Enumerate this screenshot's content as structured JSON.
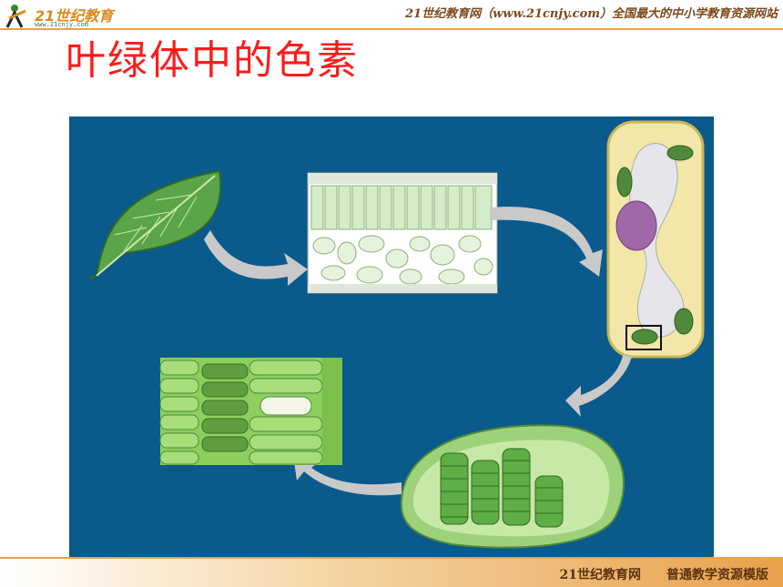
{
  "header": {
    "logo_text": "21世纪教育",
    "logo_url": "www.21cnjy.com",
    "site_line": "21世纪教育网（www.21cnjy.com）全国最大的中小学教育资源网站"
  },
  "slide": {
    "title": "叶绿体中的色素"
  },
  "footer": {
    "left": "21世纪教育网",
    "right": "普通教学资源模版"
  },
  "colors": {
    "title": "#ff1a1a",
    "figure_background": "#0a5a8c",
    "band": "#e9a14b"
  },
  "icons": [
    "leaf-icon",
    "arrow-icon",
    "cell-icon",
    "chloroplast-icon"
  ]
}
